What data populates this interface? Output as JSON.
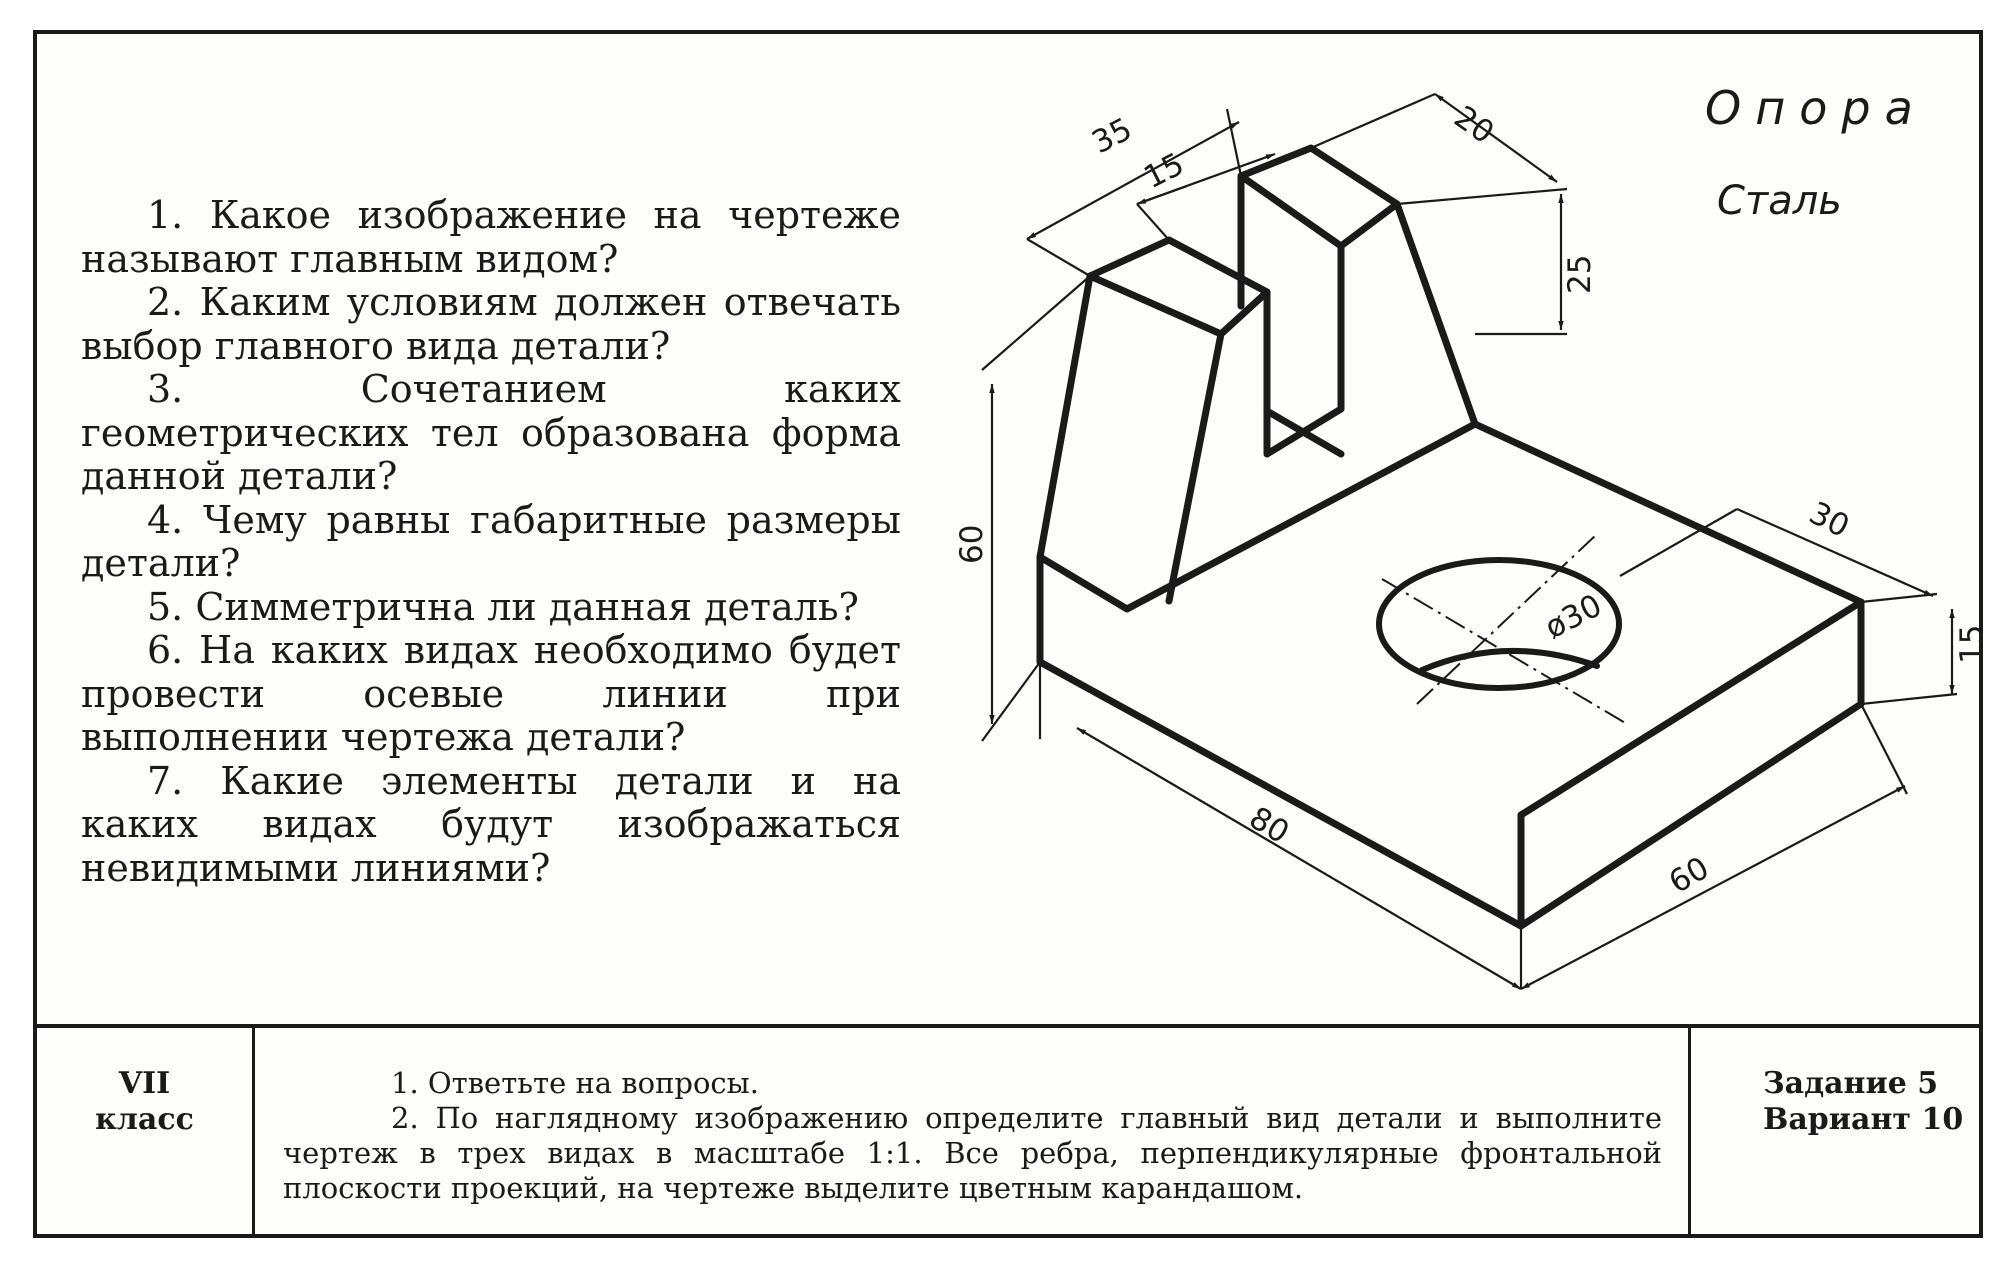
{
  "header": {
    "title": "Опора",
    "material": "Сталь"
  },
  "questions": [
    "1. Какое изображение на чертеже называют главным видом?",
    "2. Каким условиям должен отвечать выбор главного вида детали?",
    "3. Сочетанием каких геометрических тел образована форма данной детали?",
    "4. Чему равны габаритные размеры детали?",
    "5. Симметрична ли данная деталь?",
    "6. На каких видах необходимо будет провести осевые линии при выполнении чертежа детали?",
    "7. Какие элементы детали и на каких видах будут изображаться невидимыми линиями?"
  ],
  "dimensions": {
    "d35": "35",
    "d15_top": "15",
    "d20": "20",
    "d25": "25",
    "d60_height": "60",
    "d30": "30",
    "d30_hole": "ø30",
    "d15_side": "15",
    "d80": "80",
    "d60_depth": "60"
  },
  "footer": {
    "grade_line1": "VII",
    "grade_line2": "класс",
    "task1": "1. Ответьте на вопросы.",
    "task2": "2. По наглядному изображению определите главный вид детали и выполните чертеж в трех видах в масштабе 1:1. Все ребра, перпендикулярные фронтальной плоскости проекций, на чертеже выделите цветным карандашом.",
    "assignment": "Задание 5",
    "variant": "Вариант 10"
  }
}
